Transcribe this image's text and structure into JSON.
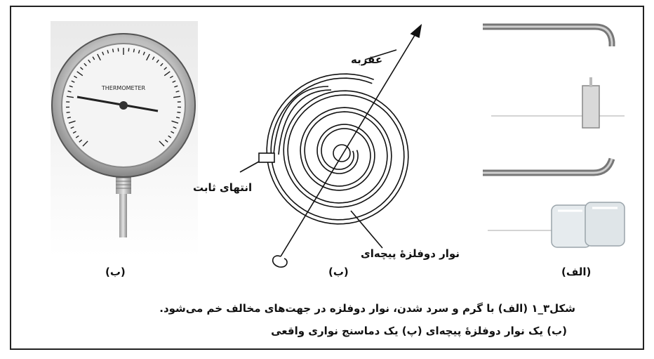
{
  "labels": {
    "needle": "عقربه",
    "fixed_end": "انتهای ثابت",
    "coil": "نوار دوفلزهٔ پیچه‌ای",
    "thermometer_text": "THERMOMETER"
  },
  "panels": {
    "left": "(ب)",
    "middle": "(ب)",
    "right": "(الف)"
  },
  "caption": {
    "line1": "شکل۳_۱ (الف) با گرم و سرد شدن، نوار دوفلزه در جهت‌های مخالف خم می‌شود.",
    "line2": "(ب) یک نوار دوفلزهٔ پیچه‌ای (پ) یک دماسنج نواری واقعی"
  },
  "colors": {
    "ink": "#111111",
    "metal": "#8c8c8c",
    "ice": "#dfe6ea",
    "dial_face": "#f4f4f4"
  }
}
